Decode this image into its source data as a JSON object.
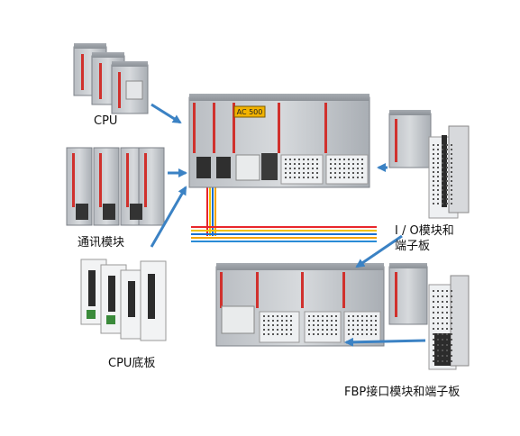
{
  "labels": {
    "cpu": "CPU",
    "comm_module": "通讯模块",
    "cpu_base": "CPU底板",
    "io_line1": "I / O模块和",
    "io_line2": "端子板",
    "fbp": "FBP接口模块和端子板"
  },
  "brand_display": "AC 500",
  "colors": {
    "arrow": "#3b82c4",
    "module_body": "#c9ccd0",
    "module_top": "#9ea3a9",
    "module_edge": "#7d8288",
    "red_stripe": "#d0312d",
    "io_block": "#eef0f2",
    "bus_lines": [
      "#e8262b",
      "#f2c200",
      "#1b6fd1",
      "#f5a400",
      "#2a8bd6"
    ]
  }
}
